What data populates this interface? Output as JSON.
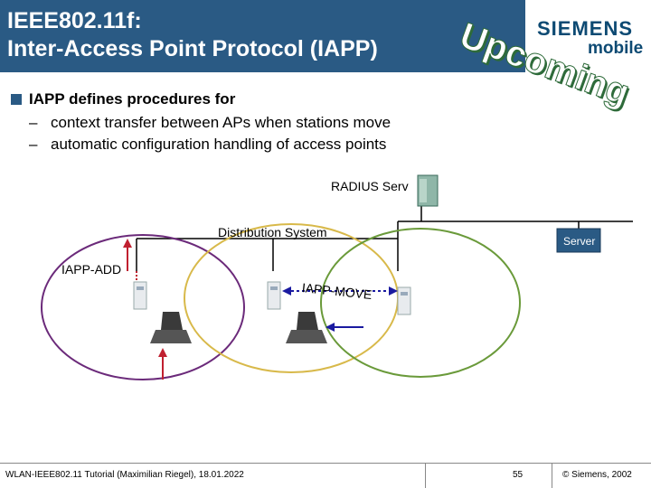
{
  "header": {
    "title_line1": "IEEE802.11f:",
    "title_line2": "Inter-Access Point Protocol (IAPP)",
    "upcoming": "Upcoming",
    "logo_brand": "SIEMENS",
    "logo_sub": "mobile"
  },
  "bullets": {
    "main": "IAPP defines procedures for",
    "sub": [
      "context transfer between APs when stations move",
      "automatic configuration handling of access points"
    ],
    "dash": "–"
  },
  "diagram": {
    "radius_label": "RADIUS Serv",
    "distribution_label": "Distribution System",
    "server_label": "Server",
    "iapp_add_label": "IAPP-ADD",
    "iapp_move_label": "IAPP-MOVE"
  },
  "footer": {
    "left": "WLAN-IEEE802.11 Tutorial (Maximilian Riegel), 18.01.2022",
    "page": "55",
    "copyright": "© Siemens, 2002"
  },
  "colors": {
    "header_bg": "#2a5a84",
    "circle_purple": "#6b2a7a",
    "circle_yellow": "#d8b94a",
    "circle_green": "#6a9a3a",
    "arrow_red": "#c02030",
    "arrow_blue": "#1a1aa0",
    "upcoming_fill": "#ffffff",
    "upcoming_shadow": "#2e6b3a"
  }
}
